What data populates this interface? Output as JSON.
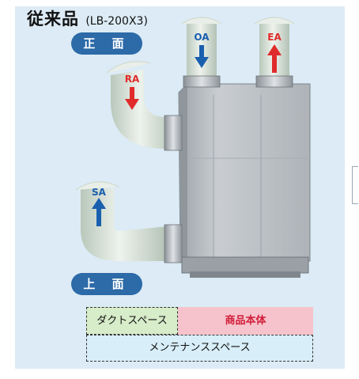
{
  "title": {
    "main": "従来品",
    "model": "(LB-200X3)"
  },
  "views": {
    "front": "正 面",
    "top": "上 面"
  },
  "ducts": {
    "oa": "OA",
    "ea": "EA",
    "ra": "RA",
    "sa": "SA"
  },
  "legend": {
    "duct_space": "ダクトスペース",
    "main_body": "商品本体",
    "maintenance_space": "メンテナンススペース"
  },
  "colors": {
    "panel": "#dcebf5",
    "pill": "#2c6aa8",
    "arrow_blue": "#1a5fae",
    "arrow_red": "#e02b2b",
    "duct_space": "#d7ecc9",
    "main_body": "#f6c3cc",
    "maintenance": "#d8eef8"
  }
}
